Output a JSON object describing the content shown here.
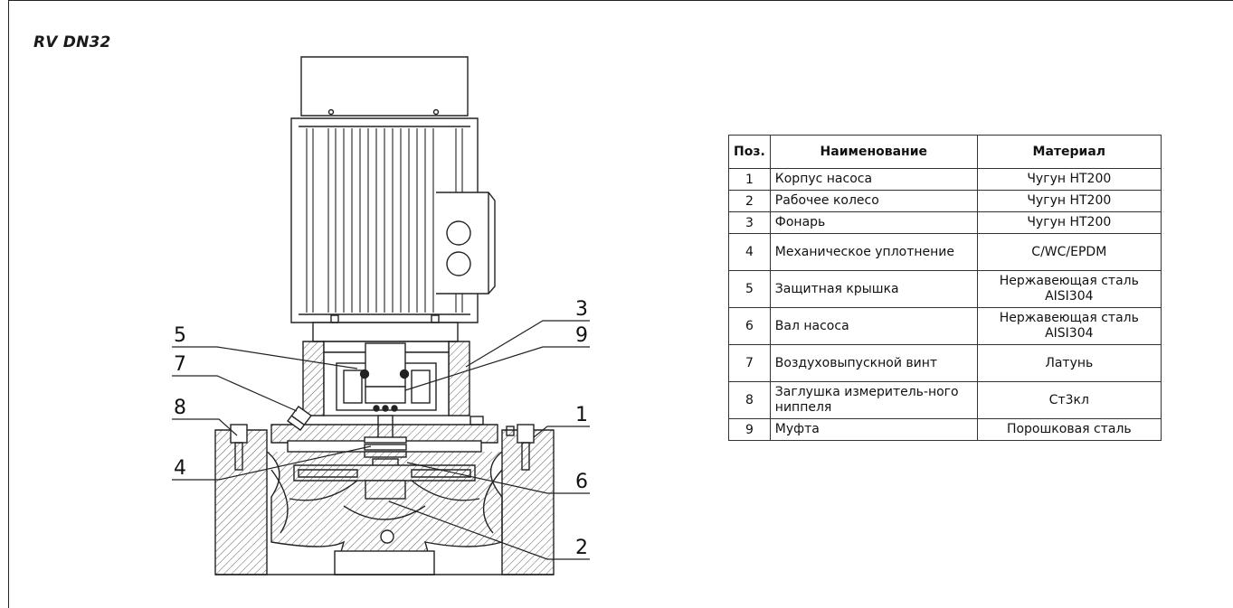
{
  "title": "RV DN32",
  "callouts": [
    "1",
    "2",
    "3",
    "4",
    "5",
    "6",
    "7",
    "8",
    "9"
  ],
  "table": {
    "headers": {
      "pos": "Поз.",
      "name": "Наименование",
      "material": "Материал"
    },
    "rows": [
      {
        "pos": "1",
        "name": "Корпус насоса",
        "material": "Чугун HT200"
      },
      {
        "pos": "2",
        "name": "Рабочее колесо",
        "material": "Чугун HT200"
      },
      {
        "pos": "3",
        "name": "Фонарь",
        "material": "Чугун HT200"
      },
      {
        "pos": "4",
        "name": "Механическое уплотнение",
        "material": "C/WC/EPDM"
      },
      {
        "pos": "5",
        "name": "Защитная крышка",
        "material": "Нержавеющая сталь AISI304"
      },
      {
        "pos": "6",
        "name": "Вал насоса",
        "material": "Нержавеющая сталь AISI304"
      },
      {
        "pos": "7",
        "name": "Воздуховыпускной винт",
        "material": "Латунь"
      },
      {
        "pos": "8",
        "name": "Заглушка измеритель-ного ниппеля",
        "material": "Ст3кл"
      },
      {
        "pos": "9",
        "name": "Муфта",
        "material": "Порошковая сталь"
      }
    ]
  }
}
